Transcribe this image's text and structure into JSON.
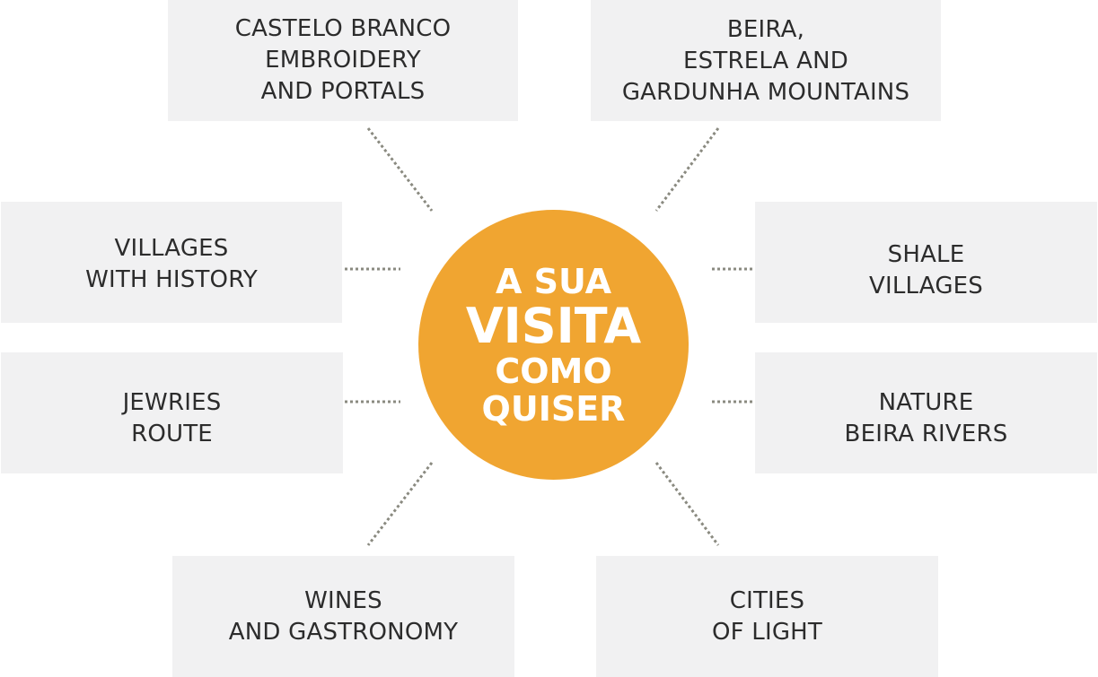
{
  "hub": {
    "lines": [
      "A SUA",
      "VISITA",
      "COMO",
      "QUISER"
    ],
    "color": "#f0a531"
  },
  "boxes": {
    "castelo": [
      "CASTELO BRANCO",
      "EMBROIDERY",
      "AND PORTALS"
    ],
    "beira": [
      "BEIRA,",
      "ESTRELA AND",
      "GARDUNHA MOUNTAINS"
    ],
    "villages_history": [
      "VILLAGES",
      "WITH HISTORY"
    ],
    "shale": [
      "SHALE",
      "VILLAGES"
    ],
    "jewries": [
      "JEWRIES",
      "ROUTE"
    ],
    "nature": [
      "NATURE",
      "BEIRA RIVERS"
    ],
    "wines": [
      "WINES",
      "AND GASTRONOMY"
    ],
    "cities": [
      "CITIES",
      "OF LIGHT"
    ]
  },
  "colors": {
    "box_background": "#f1f1f2",
    "text": "#2c2c2c",
    "connector": "#8a8a80"
  }
}
